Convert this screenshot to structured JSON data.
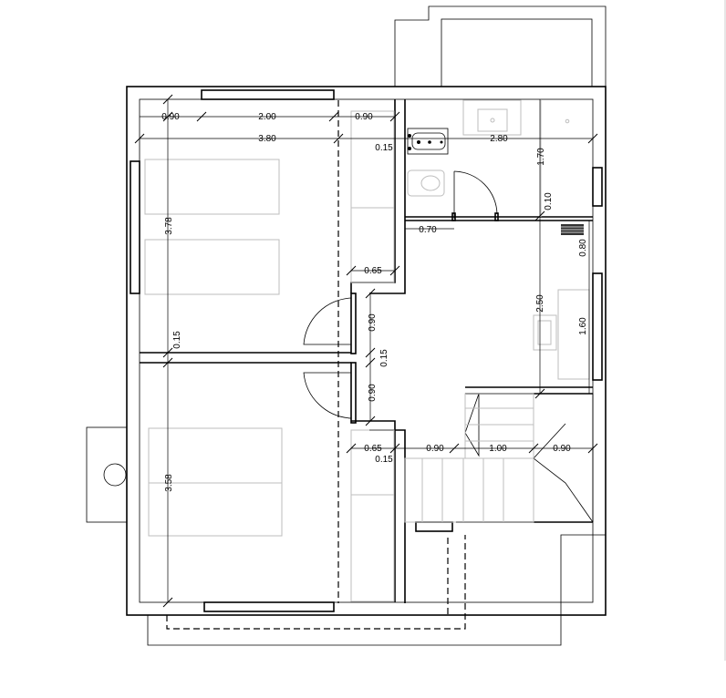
{
  "drawing": {
    "dimensions_top": [
      "0.90",
      "2.00",
      "0.90",
      "3.80",
      "2.80",
      "0.15"
    ],
    "dimensions_left": [
      "3.78",
      "0.15",
      "3.58"
    ],
    "dimensions_center": [
      "0.65",
      "0.90",
      "0.15",
      "0.90",
      "0.65",
      "0.15"
    ],
    "dimensions_right": [
      "1.70",
      "0.10",
      "0.70",
      "0.80",
      "2.50",
      "1.60"
    ],
    "dimensions_stair": [
      "0.90",
      "1.00",
      "0.90"
    ]
  },
  "colors": {
    "lines": "#000000",
    "furniture": "#bdbdbd",
    "background": "#ffffff"
  }
}
